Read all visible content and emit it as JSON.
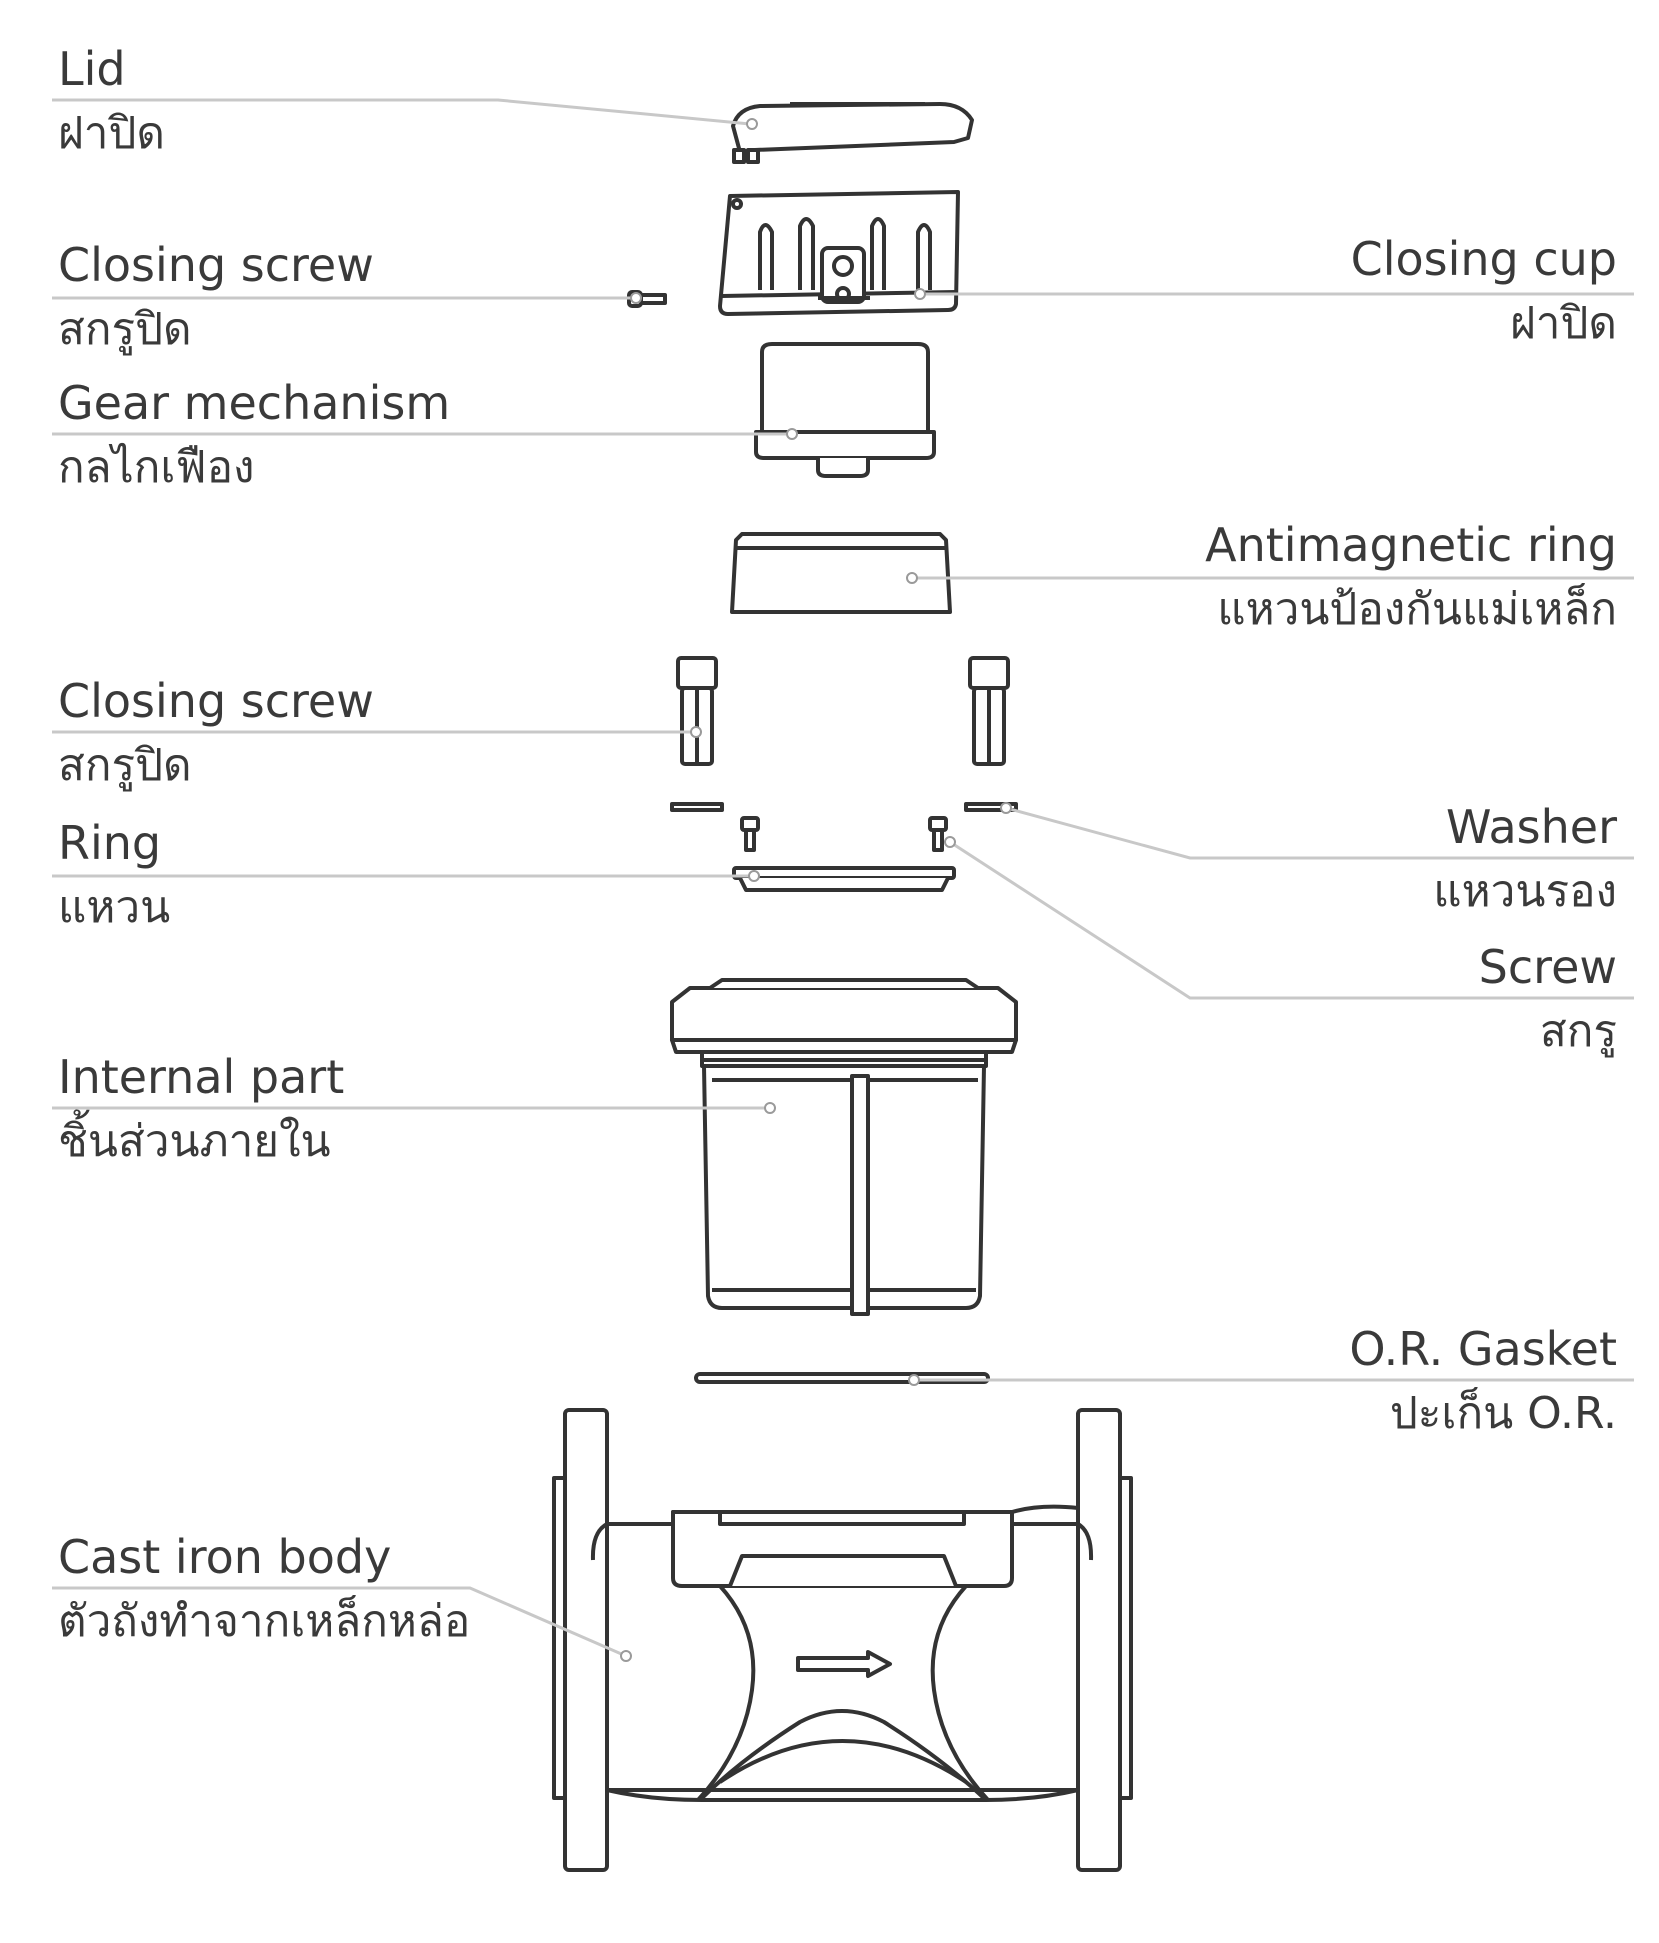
{
  "parts": [
    {
      "id": "lid",
      "en": "Lid",
      "th": "ฝาปิด"
    },
    {
      "id": "closing-screw-top",
      "en": "Closing screw",
      "th": "สกรูปิด"
    },
    {
      "id": "closing-cup",
      "en": "Closing cup",
      "th": "ฝาปิด"
    },
    {
      "id": "gear-mechanism",
      "en": "Gear mechanism",
      "th": "กลไกเฟือง"
    },
    {
      "id": "antimagnetic-ring",
      "en": "Antimagnetic ring",
      "th": "แหวนป้องกันแม่เหล็ก"
    },
    {
      "id": "closing-screw-mid",
      "en": "Closing screw",
      "th": "สกรูปิด"
    },
    {
      "id": "washer",
      "en": "Washer",
      "th": "แหวนรอง"
    },
    {
      "id": "ring",
      "en": "Ring",
      "th": "แหวน"
    },
    {
      "id": "screw",
      "en": "Screw",
      "th": "สกรู"
    },
    {
      "id": "internal-part",
      "en": "Internal part",
      "th": "ชิ้นส่วนภายใน"
    },
    {
      "id": "or-gasket",
      "en": "O.R. Gasket",
      "th": "ปะเก็น O.R."
    },
    {
      "id": "cast-iron-body",
      "en": "Cast iron body",
      "th": "ตัวถังทำจากเหล็กหล่อ"
    }
  ],
  "colors": {
    "line": "#333333",
    "leader": "#c8c8c8",
    "text": "#3a3a3a"
  }
}
